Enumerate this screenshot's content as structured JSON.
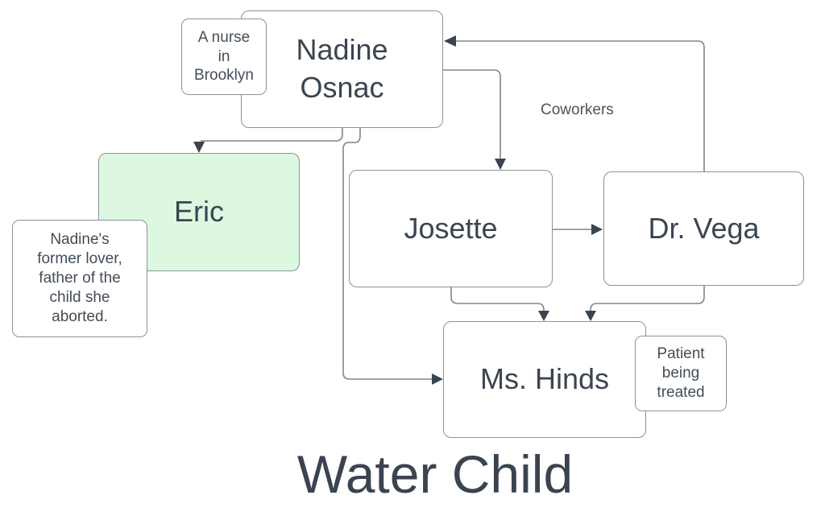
{
  "diagram": {
    "title": "Water Child",
    "nodes": [
      {
        "id": "nadine-osnac",
        "label": "Nadine Osnac",
        "highlighted": false
      },
      {
        "id": "eric",
        "label": "Eric",
        "highlighted": true
      },
      {
        "id": "josette",
        "label": "Josette",
        "highlighted": false
      },
      {
        "id": "dr-vega",
        "label": "Dr. Vega",
        "highlighted": false
      },
      {
        "id": "ms-hinds",
        "label": "Ms. Hinds",
        "highlighted": false
      }
    ],
    "annotations": [
      {
        "attached_to": "nadine-osnac",
        "text": "A nurse in Brooklyn"
      },
      {
        "attached_to": "eric",
        "text": "Nadine's former lover, father of the child she aborted."
      },
      {
        "attached_to": "ms-hinds",
        "text": "Patient being treated"
      }
    ],
    "edges": [
      {
        "from": "dr-vega",
        "to": "nadine-osnac",
        "label": "Coworkers"
      },
      {
        "from": "nadine-osnac",
        "to": "josette",
        "label": ""
      },
      {
        "from": "nadine-osnac",
        "to": "eric",
        "label": ""
      },
      {
        "from": "nadine-osnac",
        "to": "ms-hinds",
        "label": ""
      },
      {
        "from": "josette",
        "to": "dr-vega",
        "label": ""
      },
      {
        "from": "josette",
        "to": "ms-hinds",
        "label": ""
      },
      {
        "from": "dr-vega",
        "to": "ms-hinds",
        "label": ""
      }
    ],
    "colors": {
      "node_fill": "#ffffff",
      "highlight_fill": "#ddf8e1",
      "node_border": "#8c939b",
      "line": "#7f868e",
      "arrowhead": "#3a4450",
      "text": "#3b4551"
    }
  }
}
